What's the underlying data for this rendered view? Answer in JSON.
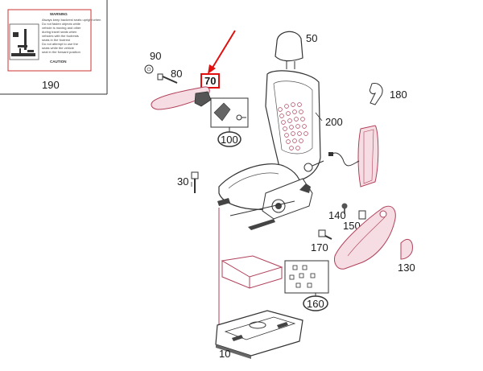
{
  "colors": {
    "line": "#333333",
    "pink": "#b0405a",
    "pinkFill": "#f6dde3",
    "highlight": "#e01010",
    "paleBlue": "#cfe2ea"
  },
  "warning_label": {
    "title": "WARNING",
    "lines": [
      "Always keep backrest seats upright when",
      "Do not fasten objects while",
      "vehicle is moving and other",
      "during travel seats when",
      "vehicles with the footrests",
      "seats in the footrest",
      "Do not attempt to use the",
      "seats while the vehicle",
      "seat in the forward position"
    ],
    "caution": "CAUTION"
  },
  "callouts": [
    {
      "id": "c190",
      "text": "190"
    },
    {
      "id": "c90",
      "text": "90"
    },
    {
      "id": "c80",
      "text": "80"
    },
    {
      "id": "c70",
      "text": "70"
    },
    {
      "id": "c100",
      "text": "100"
    },
    {
      "id": "c50",
      "text": "50"
    },
    {
      "id": "c200",
      "text": "200"
    },
    {
      "id": "c180",
      "text": "180"
    },
    {
      "id": "c30",
      "text": "30"
    },
    {
      "id": "c140",
      "text": "140"
    },
    {
      "id": "c150",
      "text": "150"
    },
    {
      "id": "c170",
      "text": "170"
    },
    {
      "id": "c130",
      "text": "130"
    },
    {
      "id": "c160",
      "text": "160"
    },
    {
      "id": "c10",
      "text": "10"
    }
  ]
}
